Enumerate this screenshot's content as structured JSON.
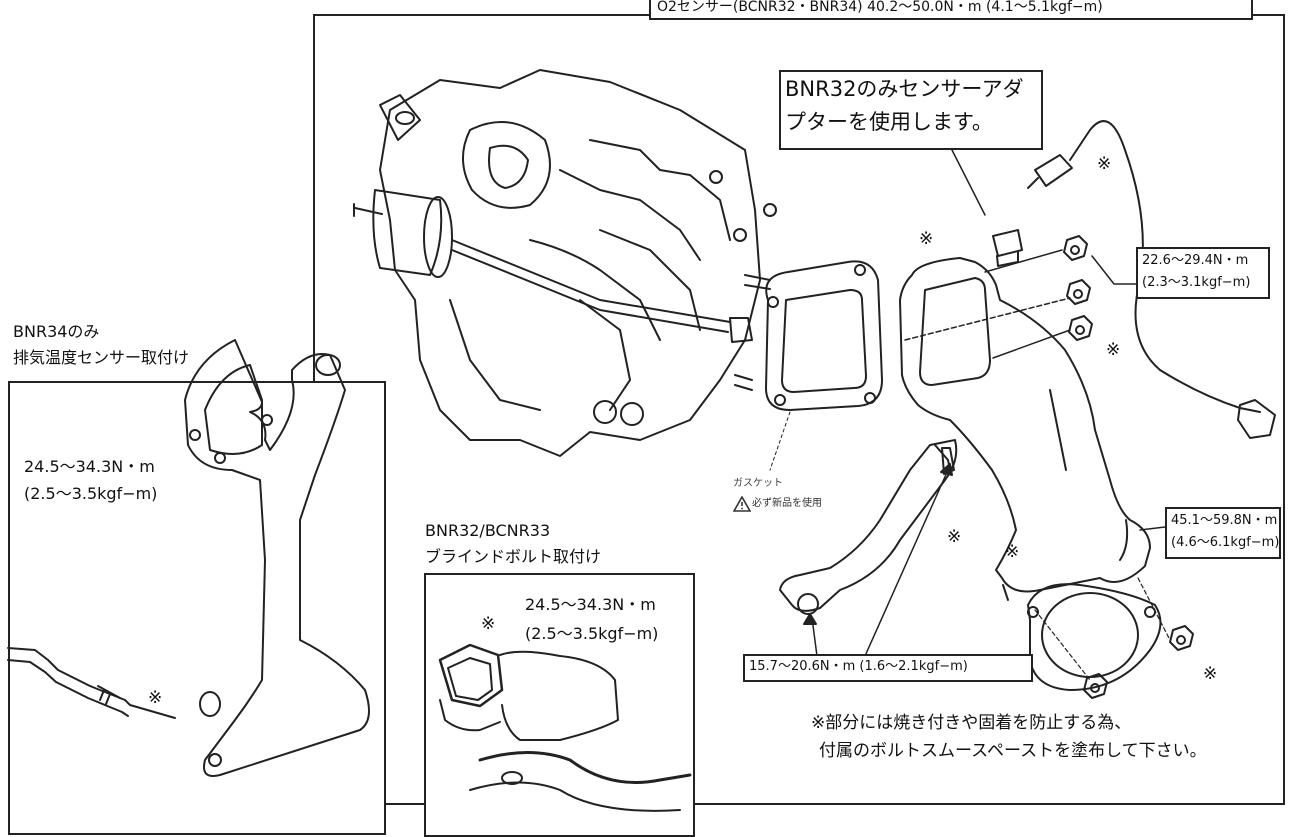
{
  "header_spec": "O2センサー(BCNR32・BNR34) 40.2～50.0N・m (4.1～5.1kgf−m)",
  "callouts": {
    "adapter_note": [
      "BNR32のみセンサーアダ",
      "プターを使用します。"
    ],
    "torque_22": [
      "22.6～29.4N・m",
      "(2.3～3.1kgf−m)"
    ],
    "torque_45": [
      "45.1～59.8N・m",
      "(4.6～6.1kgf−m)"
    ],
    "torque_15": "15.7～20.6N・m (1.6～2.1kgf−m)"
  },
  "gasket": {
    "label": "ガスケット",
    "warning": "必ず新品を使用",
    "warning_icon": "warning-triangle-icon"
  },
  "bnr34_section": {
    "title": [
      "BNR34のみ",
      "排気温度センサー取付け"
    ],
    "torque": [
      "24.5～34.3N・m",
      "(2.5～3.5kgf−m)"
    ]
  },
  "blind_bolt_section": {
    "title": [
      "BNR32/BCNR33",
      "ブラインドボルト取付け"
    ],
    "torque": [
      "24.5～34.3N・m",
      "(2.5～3.5kgf−m)"
    ]
  },
  "note": {
    "mark": "※",
    "lines": [
      "※部分には焼き付きや固着を防止する為、",
      "付属のボルトスムースペーストを塗布して下さい。"
    ]
  }
}
